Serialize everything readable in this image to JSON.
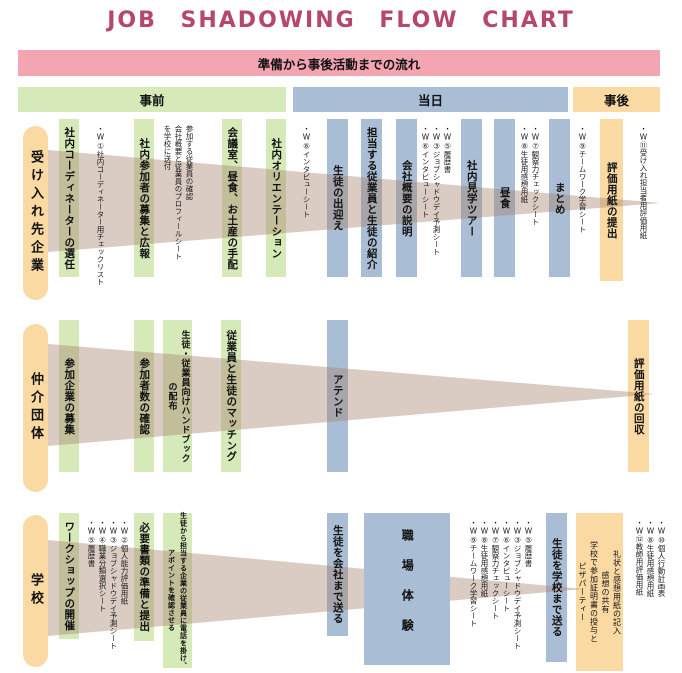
{
  "title": "JOB  SHADOWING  FLOW  CHART",
  "banner": "準備から事後活動までの流れ",
  "phases": {
    "pre": "事前",
    "day": "当日",
    "post": "事後"
  },
  "colors": {
    "title_text": "#b5476b",
    "banner_pink": "#f3a5b1",
    "phase_green": "#d6e9b8",
    "phase_blue": "#a9bdd4",
    "phase_orange": "#fbd9a2",
    "flow_taper": "#a68370"
  },
  "rows": [
    {
      "actor": "受け入れ先企業",
      "bars": [
        {
          "label": "社内コーディネーターの選任",
          "type": "green"
        },
        {
          "label": "社内参加者の募集と広報",
          "type": "green"
        },
        {
          "label": "会議室、昼食、お土産の手配",
          "type": "green"
        },
        {
          "label": "社内オリエンテーション",
          "type": "green"
        },
        {
          "label": "生徒の出迎え",
          "type": "blue"
        },
        {
          "label": "担当する従業員と生徒の紹介",
          "type": "blue"
        },
        {
          "label": "会社概要の説明",
          "type": "blue"
        },
        {
          "label": "社内見学ツアー",
          "type": "blue"
        },
        {
          "label": "昼食",
          "type": "blue"
        },
        {
          "label": "まとめ",
          "type": "blue"
        },
        {
          "label": "評価用紙の提出",
          "type": "orange"
        }
      ],
      "notes": [
        {
          "text": "・W①社内コーディネーター用チェックリスト"
        },
        {
          "text": "参加する従業員の確認\n会社概要と従業員のプロフィールシート\nを学校に送付"
        },
        {
          "text": "・W⑥インタビューシート"
        },
        {
          "text": "・W⑤履歴書\n・W③ジョブシャドウデイ予測シート\n・W⑥インタビューシート"
        },
        {
          "text": "・W⑦観察力チェックシート\n・W⑧生徒用感想用紙"
        },
        {
          "text": "・W⑨チームワーク学習シート"
        },
        {
          "text": "・W⑪受け入れ担当者用評価用紙"
        }
      ]
    },
    {
      "actor": "仲介団体",
      "bars": [
        {
          "label": "参加企業の募集",
          "type": "green"
        },
        {
          "label": "参加者数の確認",
          "type": "green"
        },
        {
          "label": "生徒・従業員向けハンドブック\nの配布",
          "type": "green"
        },
        {
          "label": "従業員と生徒のマッチング",
          "type": "green"
        },
        {
          "label": "アテンド",
          "type": "blue"
        },
        {
          "label": "評価用紙の回収",
          "type": "orange"
        }
      ]
    },
    {
      "actor": "学校",
      "bars": [
        {
          "label": "ワークショップの開催",
          "type": "green"
        },
        {
          "label": "必要書類の準備と提出",
          "type": "green"
        },
        {
          "label": "生徒から担当する企業の従業員に電話を掛け、\nアポイントを確認させる",
          "type": "green"
        },
        {
          "label": "生徒を会社まで送る",
          "type": "blue"
        },
        {
          "label": "職場体験",
          "type": "blue"
        },
        {
          "label": "生徒を学校まで送る",
          "type": "blue"
        },
        {
          "label": "礼状と感想用紙の記入\n感想の共有\n学校で参加証明書の授与と\nピザパーティー",
          "type": "orange"
        }
      ],
      "notes": [
        {
          "text": "・W②個人能力評価用紙\n・W③ジョブシャドウデイ予測シート\n・W④職業分類選択シート\n・W⑤履歴書"
        },
        {
          "text": "・W⑤履歴書\n・W③ジョブシャドウデイ予測シート\n・W⑥インタビューシート\n・W⑦観察力チェックシート\n・W⑧生徒用感想用紙\n・W⑨チームワーク学習シート"
        },
        {
          "text": "・W⑩個人行動計画表\n・W⑧生徒用感想用紙\n・W⑫教師用評価用紙"
        }
      ]
    }
  ]
}
